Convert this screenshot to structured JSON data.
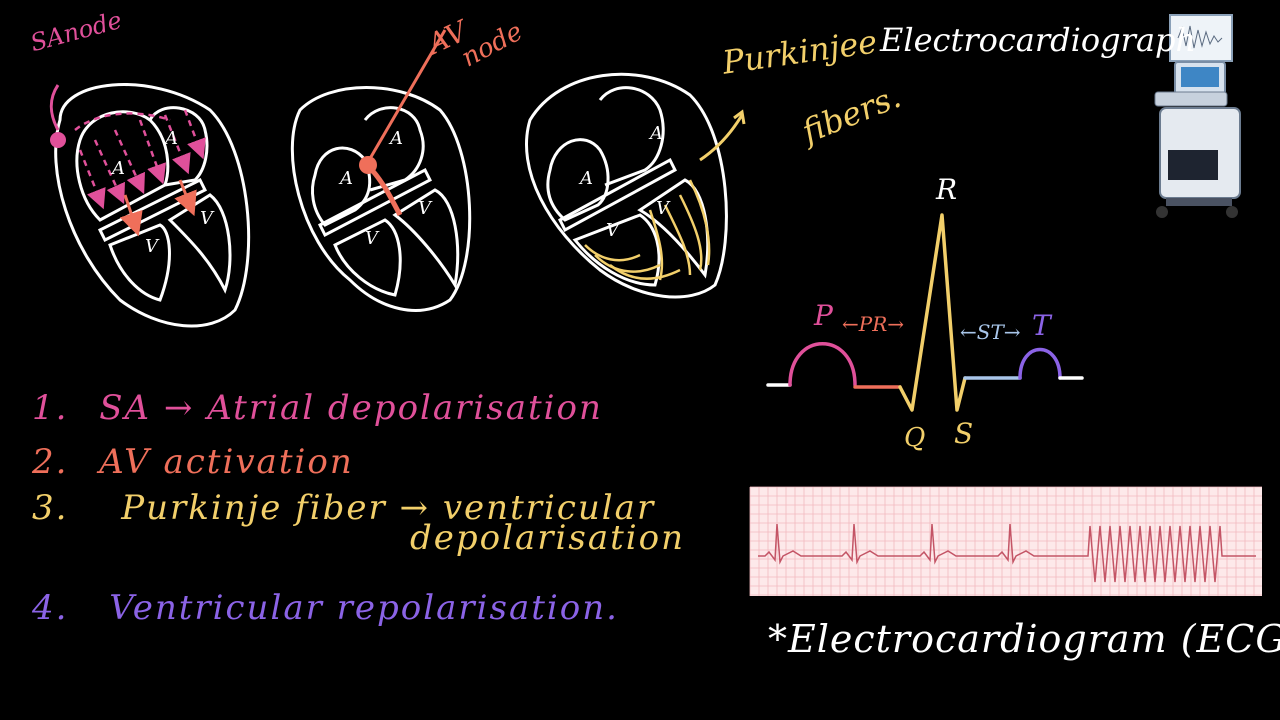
{
  "heart_labels": {
    "sa_node": "SAnode",
    "av_node_line1": "AV",
    "av_node_line2": "node",
    "purkinje_line1": "Purkinjee",
    "purkinje_line2": "fibers.",
    "atrium": "A",
    "ventricle": "V"
  },
  "device_title": "Electrocardiograph",
  "steps": [
    {
      "num": "1.",
      "text": "SA → Atrial depolarisation",
      "color": "#e0509a"
    },
    {
      "num": "2.",
      "text": "AV activation",
      "color": "#ef6f5a"
    },
    {
      "num": "3.",
      "text": "Purkinje fiber → ventricular",
      "color": "#f2cf6a"
    },
    {
      "num": "",
      "text": "depolarisation",
      "color": "#f2cf6a"
    },
    {
      "num": "4.",
      "text": "Ventricular repolarisation.",
      "color": "#8b63e6"
    }
  ],
  "ecg_labels": {
    "p": "P",
    "pr": "←PR→",
    "r": "R",
    "q": "Q",
    "s": "S",
    "st": "←ST→",
    "t": "T"
  },
  "ecg_caption": "*Electrocardiogram (ECG)",
  "colors": {
    "pink": "#e0509a",
    "coral": "#ef6f5a",
    "yellow": "#f2cf6a",
    "purple": "#8b63e6",
    "lightblue": "#a9c6ea",
    "white": "#ffffff",
    "strip_bg": "#fde9ea",
    "strip_grid": "#f2b9bf",
    "strip_trace": "#c45566"
  }
}
